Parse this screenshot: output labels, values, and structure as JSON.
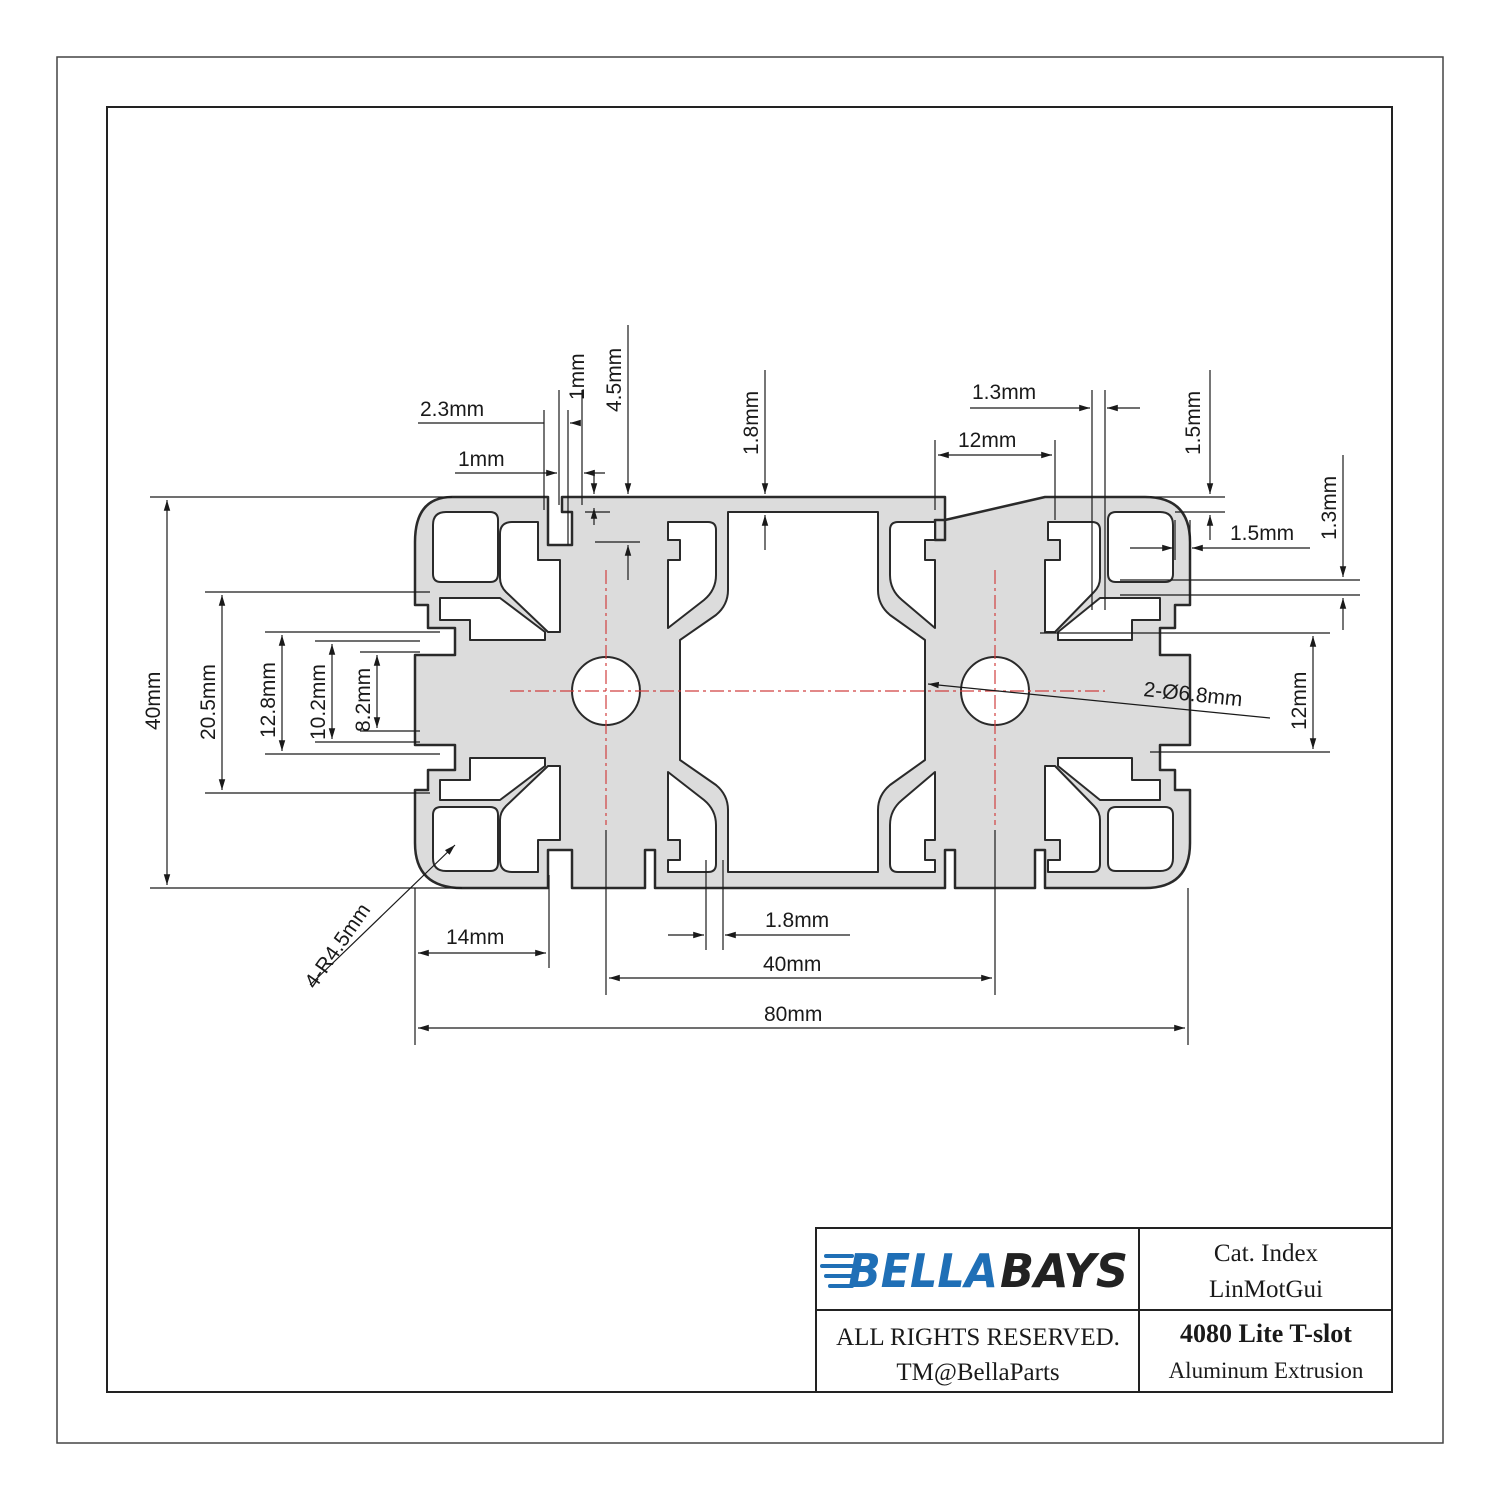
{
  "colors": {
    "profile_fill": "#dcdcdc",
    "profile_stroke": "#2a2a2a",
    "centerline": "#d04040",
    "logo_blue": "#1f6fb6",
    "logo_dark": "#222222"
  },
  "dimensions": {
    "top_2_3": "2.3mm",
    "top_1_upper": "1mm",
    "top_4_5": "4.5mm",
    "top_1_lower": "1mm",
    "top_1_8": "1.8mm",
    "top_1_3": "1.3mm",
    "top_12": "12mm",
    "right_1_5_upper": "1.5mm",
    "right_1_5_lower": "1.5mm",
    "right_1_3": "1.3mm",
    "right_12": "12mm",
    "hole": "2-Ø6.8mm",
    "left_40": "40mm",
    "left_20_5": "20.5mm",
    "left_12_8": "12.8mm",
    "left_10_2": "10.2mm",
    "left_8_2": "8.2mm",
    "radius": "4-R4.5mm",
    "bottom_14": "14mm",
    "bottom_1_8": "1.8mm",
    "bottom_40": "40mm",
    "bottom_80": "80mm"
  },
  "logo": {
    "part1": "BELLA",
    "part2": "BAYS"
  },
  "title_block": {
    "cat_label": "Cat. Index",
    "cat_value": "LinMotGui",
    "rights": "ALL RIGHTS RESERVED.",
    "trademark": "TM@BellaParts",
    "product": "4080 Lite T-slot",
    "material": "Aluminum Extrusion"
  }
}
